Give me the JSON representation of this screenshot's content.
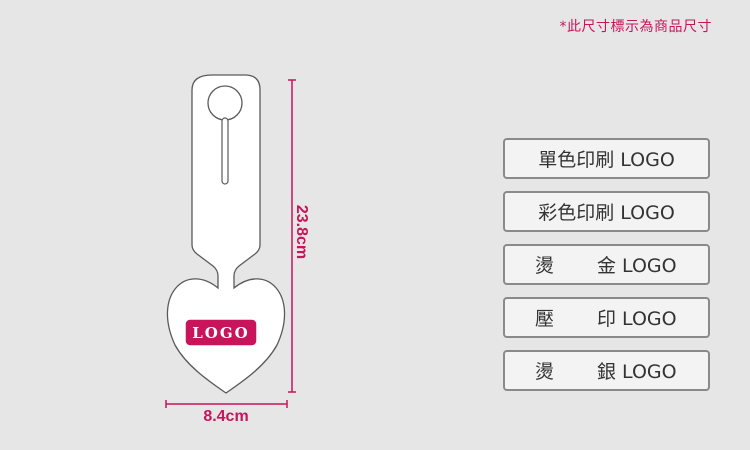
{
  "note": "*此尺寸標示為商品尺寸",
  "product": {
    "logo_text": "LOGO",
    "height_label": "23.8cm",
    "width_label": "8.4cm"
  },
  "options": [
    {
      "text": "單色印刷 LOGO",
      "layout": "full"
    },
    {
      "text": "彩色印刷 LOGO",
      "layout": "full"
    },
    {
      "left": "燙",
      "right": "金 LOGO",
      "layout": "split"
    },
    {
      "left": "壓",
      "right": "印 LOGO",
      "layout": "split"
    },
    {
      "left": "燙",
      "right": "銀 LOGO",
      "layout": "split"
    }
  ],
  "colors": {
    "accent": "#c8145a",
    "tag_fill": "#ffffff",
    "outline": "#5a5a5a",
    "button_border": "#8a8a8a",
    "background": "#e6e6e6"
  }
}
